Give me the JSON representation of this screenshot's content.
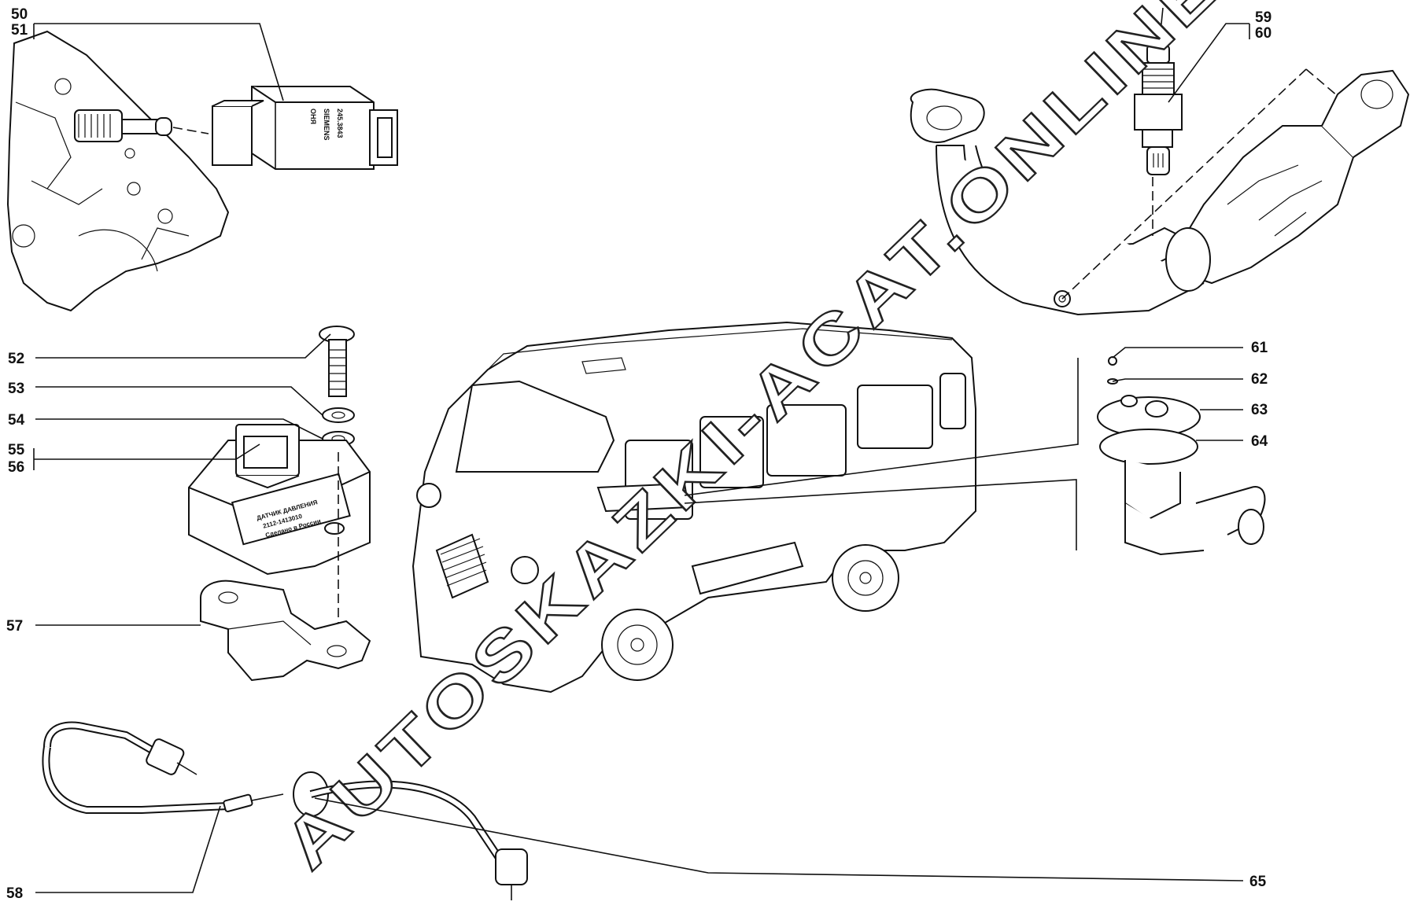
{
  "watermark": "AUTOSKAZKI-ACAT.ONLINE",
  "callouts": [
    {
      "id": "50",
      "text": "50"
    },
    {
      "id": "51",
      "text": "51"
    },
    {
      "id": "52",
      "text": "52"
    },
    {
      "id": "53",
      "text": "53"
    },
    {
      "id": "54",
      "text": "54"
    },
    {
      "id": "55",
      "text": "55"
    },
    {
      "id": "56",
      "text": "56"
    },
    {
      "id": "57",
      "text": "57"
    },
    {
      "id": "58",
      "text": "58"
    },
    {
      "id": "59",
      "text": "59"
    },
    {
      "id": "60",
      "text": "60"
    },
    {
      "id": "61",
      "text": "61"
    },
    {
      "id": "62",
      "text": "62"
    },
    {
      "id": "63",
      "text": "63"
    },
    {
      "id": "64",
      "text": "64"
    },
    {
      "id": "65",
      "text": "65"
    }
  ],
  "sensor_label": {
    "line1": "ОНЯ",
    "line2": "SIEMENS",
    "line3": "245.3843"
  },
  "module_label": {
    "line1": "ДАТЧИК ДАВЛЕНИЯ",
    "line2": "2112-1413010",
    "line3": "Сделано в России"
  }
}
